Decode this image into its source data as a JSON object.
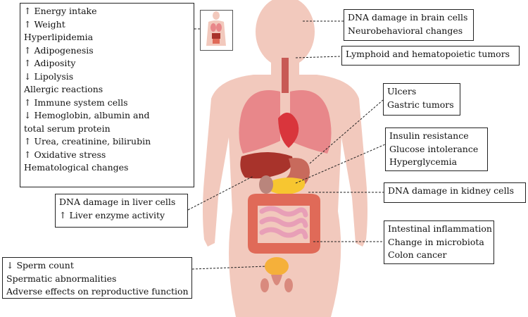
{
  "effects": {
    "systemic": [
      "↑ Energy intake",
      "↑ Weight",
      "Hyperlipidemia",
      "↑ Adipogenesis",
      "↑ Adiposity",
      "↓ Lipolysis",
      "Allergic reactions",
      "↑ Immune system cells",
      "↓ Hemoglobin, albumin and",
      "total serum protein",
      "↑ Urea, creatinine, bilirubin",
      "↑ Oxidative stress",
      "Hematological changes"
    ],
    "liver": [
      "DNA damage in liver cells",
      "↑ Liver enzyme activity"
    ],
    "reproductive": [
      "↓ Sperm count",
      "Spermatic abnormalities",
      "Adverse effects on reproductive function"
    ],
    "brain": [
      "DNA damage in brain cells",
      "Neurobehavioral changes"
    ],
    "lymphoid": [
      "Lymphoid and hematopoietic tumors"
    ],
    "stomach": [
      "Ulcers",
      "Gastric tumors"
    ],
    "pancreas": [
      "Insulin resistance",
      "Glucose intolerance",
      "Hyperglycemia"
    ],
    "kidney": [
      "DNA damage in kidney cells"
    ],
    "intestine": [
      "Intestinal inflammation",
      "Change in microbiota",
      "Colon cancer"
    ]
  },
  "colors": {
    "body_skin": "#f2c9bd",
    "lung": "#e8878a",
    "heart": "#d9353c",
    "liver": "#a8332b",
    "stomach": "#c86a5c",
    "pancreas": "#f7c630",
    "small_intestine": "#e89fb7",
    "colon": "#e06a58",
    "bladder": "#f5b03a",
    "leader_line": "#222222"
  }
}
